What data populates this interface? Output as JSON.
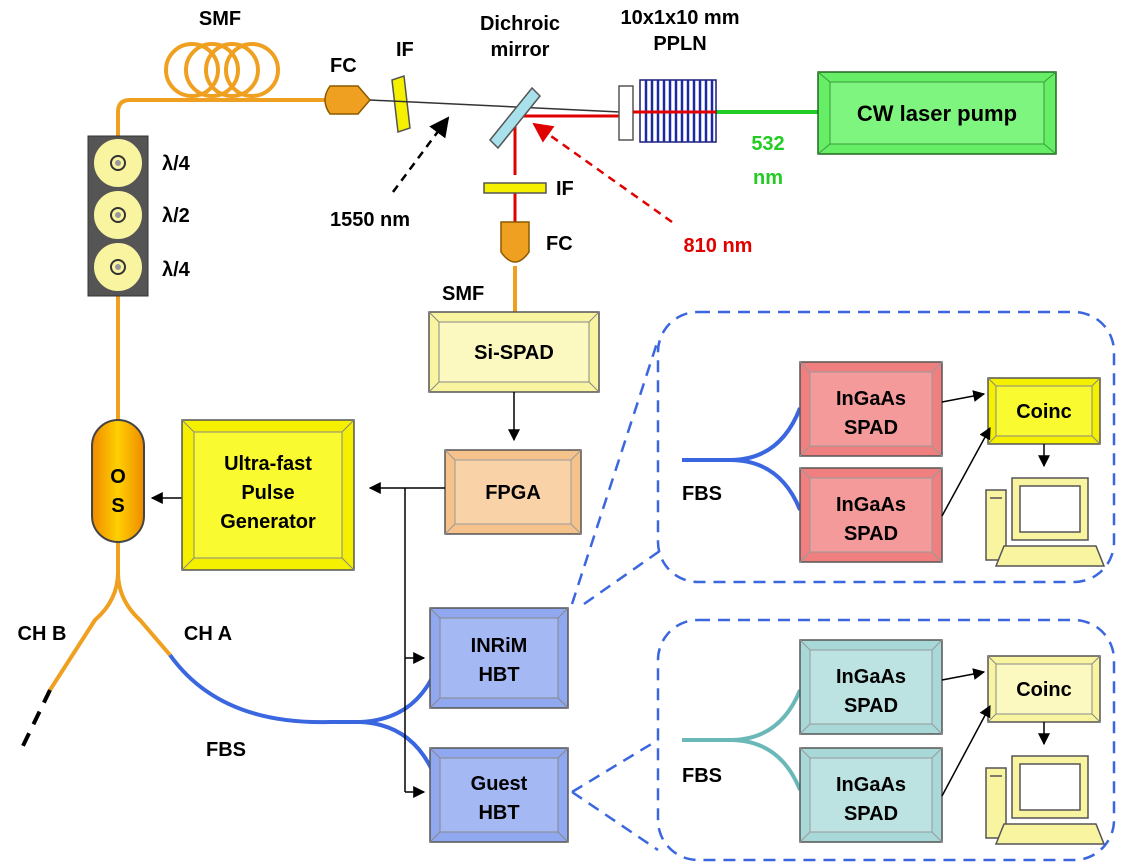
{
  "labels": {
    "smf_top": "SMF",
    "fc_left": "FC",
    "if_left": "IF",
    "dichroic_1": "Dichroic",
    "dichroic_2": "mirror",
    "pp_1": "10x1x10 mm",
    "pp_2": "PPLN",
    "laser": "CW laser pump",
    "wl_532_1": "532",
    "wl_532_2": "nm",
    "wl_1550": "1550 nm",
    "wl_810": "810 nm",
    "if_mid": "IF",
    "fc_mid": "FC",
    "smf_mid": "SMF",
    "lambda4_top": "λ/4",
    "lambda2": "λ/2",
    "lambda4_bot": "λ/4",
    "sispad": "Si-SPAD",
    "fpga": "FPGA",
    "pulse_1": "Ultra-fast",
    "pulse_2": "Pulse",
    "pulse_3": "Generator",
    "os_1": "O",
    "os_2": "S",
    "chb": "CH B",
    "cha": "CH A",
    "fbs_bottom": "FBS",
    "inrim_1": "INRiM",
    "inrim_2": "HBT",
    "guest_1": "Guest",
    "guest_2": "HBT",
    "fbs_top": "FBS",
    "fbs_low": "FBS",
    "spad_a1_1": "InGaAs",
    "spad_a1_2": "SPAD",
    "spad_a2_1": "InGaAs",
    "spad_a2_2": "SPAD",
    "spad_b1_1": "InGaAs",
    "spad_b1_2": "SPAD",
    "spad_b2_1": "InGaAs",
    "spad_b2_2": "SPAD",
    "coinc_top": "Coinc",
    "coinc_bot": "Coinc"
  },
  "colors": {
    "fiber_orange": "#f0a020",
    "fiber_blue": "#3a66e0",
    "fiber_teal": "#6ab8b8",
    "beam_red": "#e00000",
    "beam_green": "#22cc22",
    "laser_box": "#66ee66",
    "yellow_box": "#f5f000",
    "pale_yellow": "#f8f4a0",
    "fpga_box": "#f6c28c",
    "pink_box": "#f08080",
    "teal_box": "#a8d8d8",
    "hbt_box": "#8fa8f0",
    "dash_blue": "#3a66e0"
  }
}
